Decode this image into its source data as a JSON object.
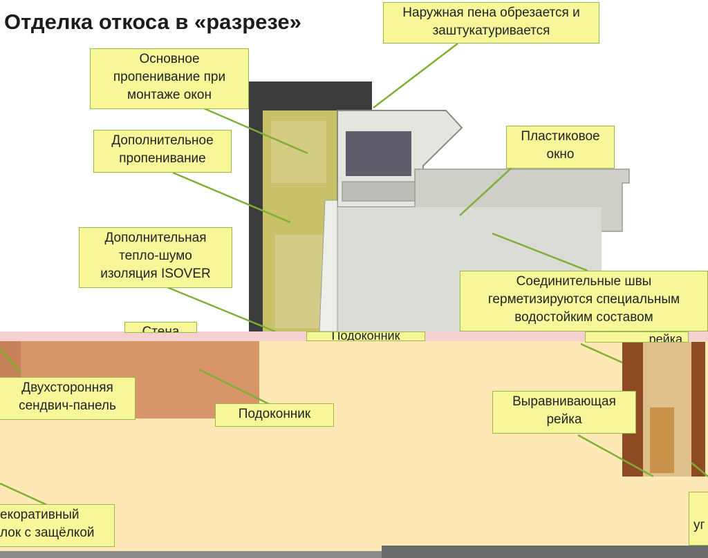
{
  "title": "Отделка откоса в «разрезе»",
  "callouts": {
    "outer_foam": [
      "Наружная пена обрезается и",
      "заштукатуривается"
    ],
    "main_foam": [
      "Основное",
      "пропенивание при",
      "монтаже окон"
    ],
    "extra_foam": [
      "Дополнительное",
      "пропенивание"
    ],
    "plastic_window": [
      "Пластиковое",
      "окно"
    ],
    "isolation": [
      "Дополнительная",
      "тепло-шумо",
      "изоляция ISOVER"
    ],
    "joints": [
      "Соединительные швы",
      "герметизируются специальным",
      "водостойким составом"
    ],
    "sandwich_panel": [
      "Двухсторонняя",
      "сендвич-панель"
    ],
    "sill_bottom": [
      "Подоконник"
    ],
    "leveling_rail": [
      "Выравнивающая",
      "рейка"
    ],
    "decor_profile": [
      "екоративный",
      "лок с защёлкой"
    ]
  },
  "cut_fragments": {
    "wall": "Стена",
    "sill_cut": "Подоконник",
    "rail_cut": "рейка",
    "corner_cut": "уг"
  },
  "colors": {
    "callout_fill": "#f7f79a",
    "callout_border": "#9ab84a",
    "leader_line": "#7fae35",
    "bottom_background": "#fde8b6",
    "sandwich_panel": "#d9956a",
    "frame_dark": "#3a3a3a",
    "pvc_gray": "#d2d2cc",
    "foam": "#c8c46a"
  }
}
